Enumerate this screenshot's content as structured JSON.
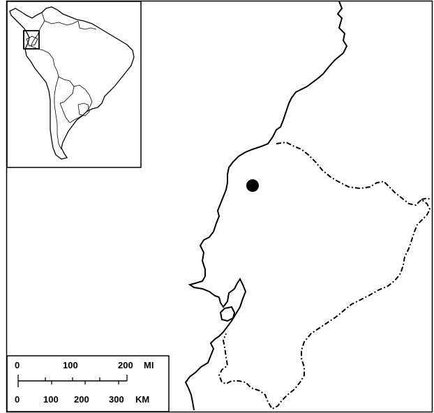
{
  "map": {
    "scale_bar": {
      "miles": {
        "ticks": [
          "0",
          "100",
          "200"
        ],
        "unit": "MI"
      },
      "kilometers": {
        "ticks": [
          "0",
          "100",
          "200",
          "300"
        ],
        "unit": "KM"
      }
    },
    "inset": {
      "region": "South America",
      "highlight": "Ecuador"
    },
    "locality_marker": {
      "symbol": "filled-circle"
    },
    "colors": {
      "ink": "#000000",
      "background": "#ffffff"
    }
  }
}
